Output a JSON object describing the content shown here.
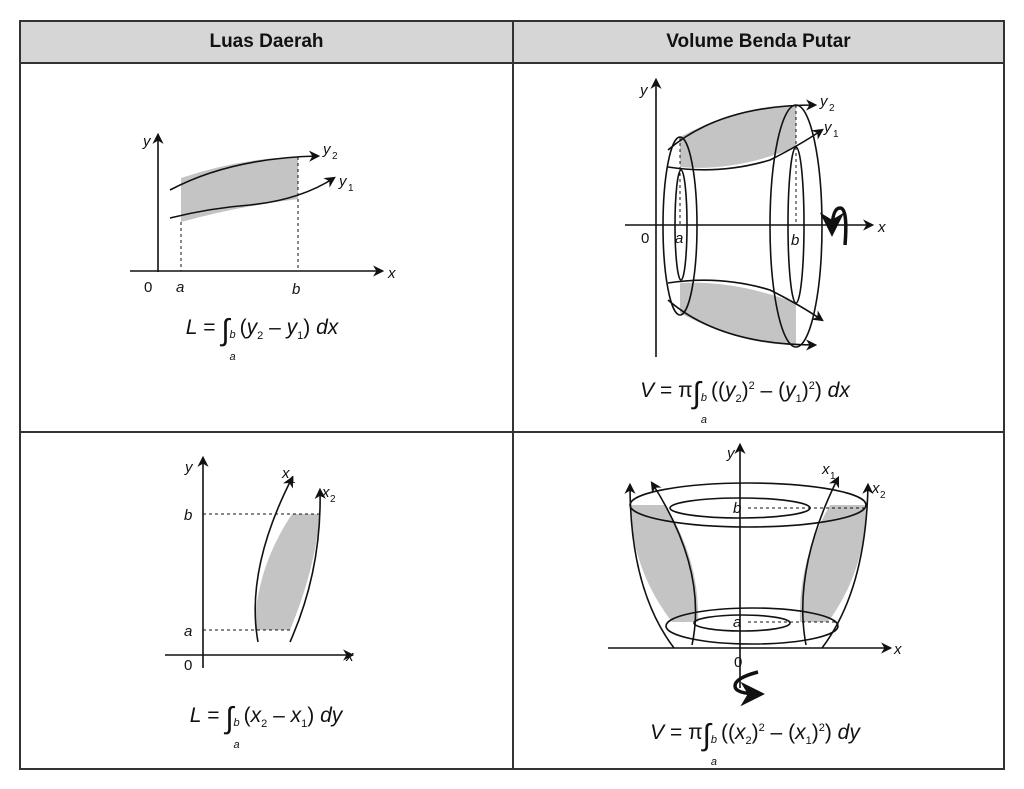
{
  "headers": {
    "left": "Luas Daerah",
    "right": "Volume Benda Putar"
  },
  "shade_color": "#c4c4c4",
  "cells": {
    "area_x": {
      "labels": {
        "y": "y",
        "x": "x",
        "origin": "0",
        "a": "a",
        "b": "b",
        "y2": "y",
        "y2_sub": "2",
        "y1": "y",
        "y1_sub": "1"
      },
      "formula": {
        "lhs": "L",
        "eq": "=",
        "int": "∫",
        "upper": "b",
        "lower": "a",
        "body_open": "(",
        "t1": "y",
        "t1_sub": "2",
        "minus": " – ",
        "t2": "y",
        "t2_sub": "1",
        "body_close": ")",
        "d": "dx"
      }
    },
    "volume_x": {
      "labels": {
        "y": "y",
        "x": "x",
        "origin": "0",
        "a": "a",
        "b": "b",
        "y2": "y",
        "y2_sub": "2",
        "y1": "y",
        "y1_sub": "1"
      },
      "formula": {
        "lhs": "V",
        "eq": "=",
        "pi": "π",
        "int": "∫",
        "upper": "b",
        "lower": "a",
        "t1": "y",
        "t1_sub": "2",
        "pow": "2",
        "minus": " – ",
        "t2": "y",
        "t2_sub": "1",
        "d": "dx"
      }
    },
    "area_y": {
      "labels": {
        "y": "y",
        "x": "x",
        "origin": "0",
        "a": "a",
        "b": "b",
        "x1": "x",
        "x1_sub": "1",
        "x2": "x",
        "x2_sub": "2"
      },
      "formula": {
        "lhs": "L",
        "eq": "=",
        "int": "∫",
        "upper": "b",
        "lower": "a",
        "body_open": "(",
        "t1": "x",
        "t1_sub": "2",
        "minus": " – ",
        "t2": "x",
        "t2_sub": "1",
        "body_close": ")",
        "d": "dy"
      }
    },
    "volume_y": {
      "labels": {
        "y": "y",
        "x": "x",
        "origin": "0",
        "a": "a",
        "b": "b",
        "x1": "x",
        "x1_sub": "1",
        "x2": "x",
        "x2_sub": "2"
      },
      "formula": {
        "lhs": "V",
        "eq": "=",
        "pi": "π",
        "int": "∫",
        "upper": "b",
        "lower": "a",
        "t1": "x",
        "t1_sub": "2",
        "pow": "2",
        "minus": " – ",
        "t2": "x",
        "t2_sub": "1",
        "d": "dy"
      }
    }
  }
}
